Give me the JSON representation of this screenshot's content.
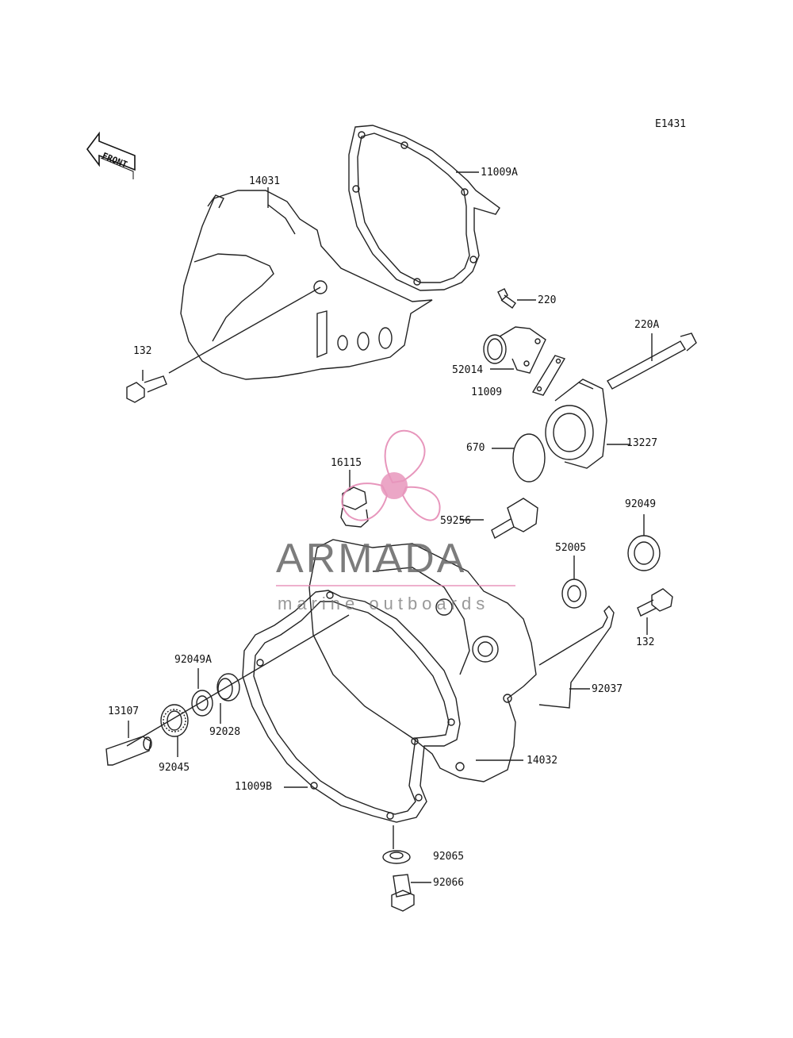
{
  "figure": {
    "code": "E1431",
    "front_arrow_text": "FRONT"
  },
  "watermark": {
    "brand": "ARMADA",
    "tagline": "marine outboards",
    "logo": "propeller-logo",
    "accent_color": "#e58bb5"
  },
  "parts": [
    {
      "id": "p-11009a",
      "text": "11009A"
    },
    {
      "id": "p-14031",
      "text": "14031"
    },
    {
      "id": "p-220",
      "text": "220"
    },
    {
      "id": "p-220a",
      "text": "220A"
    },
    {
      "id": "p-132-top",
      "text": "132"
    },
    {
      "id": "p-52014",
      "text": "52014"
    },
    {
      "id": "p-11009",
      "text": "11009"
    },
    {
      "id": "p-13227",
      "text": "13227"
    },
    {
      "id": "p-670",
      "text": "670"
    },
    {
      "id": "p-16115",
      "text": "16115"
    },
    {
      "id": "p-92049",
      "text": "92049"
    },
    {
      "id": "p-59256",
      "text": "59256"
    },
    {
      "id": "p-52005",
      "text": "52005"
    },
    {
      "id": "p-132-right",
      "text": "132"
    },
    {
      "id": "p-92049a",
      "text": "92049A"
    },
    {
      "id": "p-92037",
      "text": "92037"
    },
    {
      "id": "p-13107",
      "text": "13107"
    },
    {
      "id": "p-92028",
      "text": "92028"
    },
    {
      "id": "p-92045",
      "text": "92045"
    },
    {
      "id": "p-14032",
      "text": "14032"
    },
    {
      "id": "p-11009b",
      "text": "11009B"
    },
    {
      "id": "p-92065",
      "text": "92065"
    },
    {
      "id": "p-92066",
      "text": "92066"
    }
  ]
}
